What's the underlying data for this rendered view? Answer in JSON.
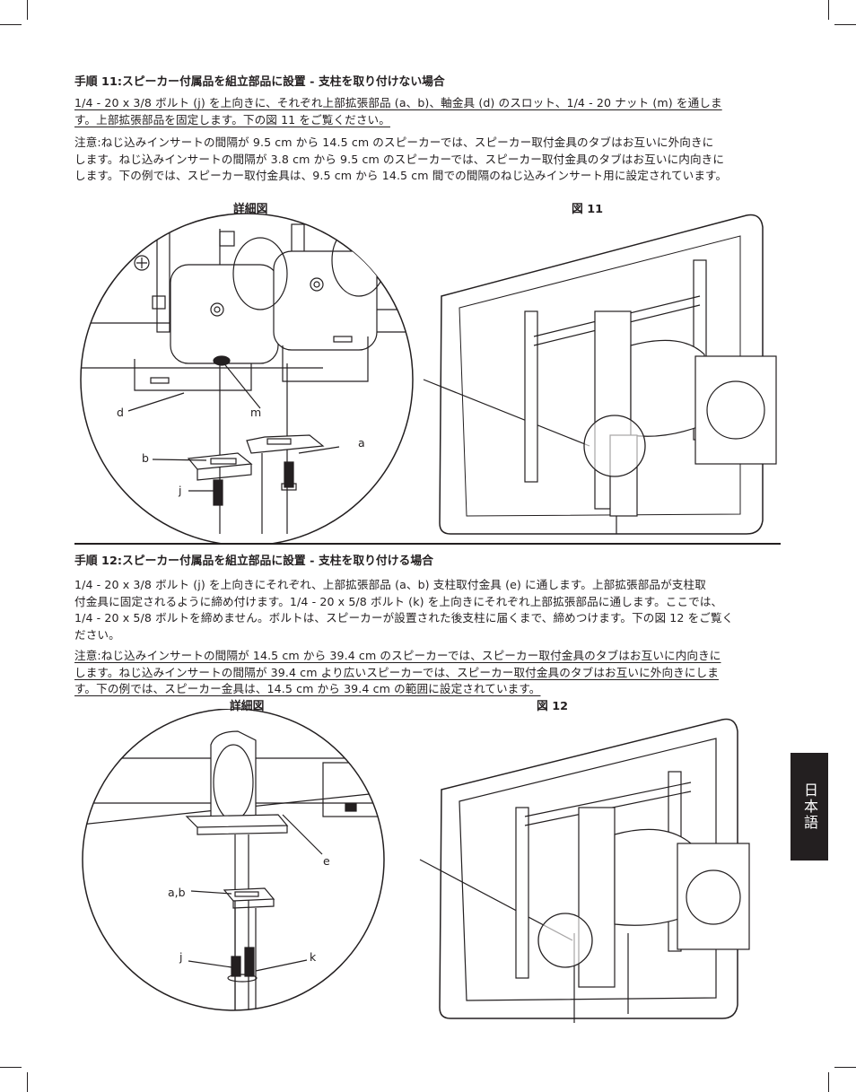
{
  "step11": {
    "heading": "手順 11:スピーカー付属品を組立部品に設置 - 支柱を取り付けない場合",
    "line1": "1/4 - 20 x 3/8 ボルト (j) を上向きに、それぞれ上部拡張部品 (a、b)、軸金具 (d) のスロット、1/4 - 20 ナット (m) を通しま",
    "line2": "す。上部拡張部品を固定します。下の図 11 をご覧ください。",
    "note": [
      "注意:ねじ込みインサートの間隔が 9.5 cm から 14.5 cm のスピーカーでは、スピーカー取付金具のタブはお互いに外向きに",
      "します。ねじ込みインサートの間隔が 3.8 cm から 9.5 cm のスピーカーでは、スピーカー取付金具のタブはお互いに内向きに",
      "します。下の例では、スピーカー取付金具は、9.5 cm から 14.5 cm 間での間隔のねじ込みインサート用に設定されています。"
    ],
    "detail_caption": "詳細図",
    "figure_caption": "図 11",
    "labels": {
      "d": "d",
      "m": "m",
      "a": "a",
      "b": "b",
      "j": "j"
    }
  },
  "step12": {
    "heading": "手順 12:スピーカー付属品を組立部品に設置 - 支柱を取り付ける場合",
    "body": [
      "1/4 - 20 x 3/8 ボルト (j) を上向きにそれぞれ、上部拡張部品 (a、b) 支柱取付金具 (e) に通します。上部拡張部品が支柱取",
      "付金具に固定されるように締め付けます。1/4 - 20 x 5/8 ボルト (k) を上向きにそれぞれ上部拡張部品に通します。ここでは、",
      "1/4 - 20 x 5/8 ボルトを締めません。ボルトは、スピーカーが設置された後支柱に届くまで、締めつけます。下の図 12 をご覧く",
      "ださい。"
    ],
    "note": [
      "注意:ねじ込みインサートの間隔が 14.5 cm から 39.4 cm のスピーカーでは、スピーカー取付金具のタブはお互いに内向きに",
      "します。ねじ込みインサートの間隔が 39.4 cm より広いスピーカーでは、スピーカー取付金具のタブはお互いに外向きにしま",
      "す。下の例では、スピーカー金具は、14.5 cm から 39.4 cm の範囲に設定されています。"
    ],
    "detail_caption": "詳細図",
    "figure_caption": "図 12",
    "labels": {
      "e": "e",
      "ab": "a,b",
      "j": "j",
      "k": "k"
    }
  },
  "language_tab": "日本語"
}
